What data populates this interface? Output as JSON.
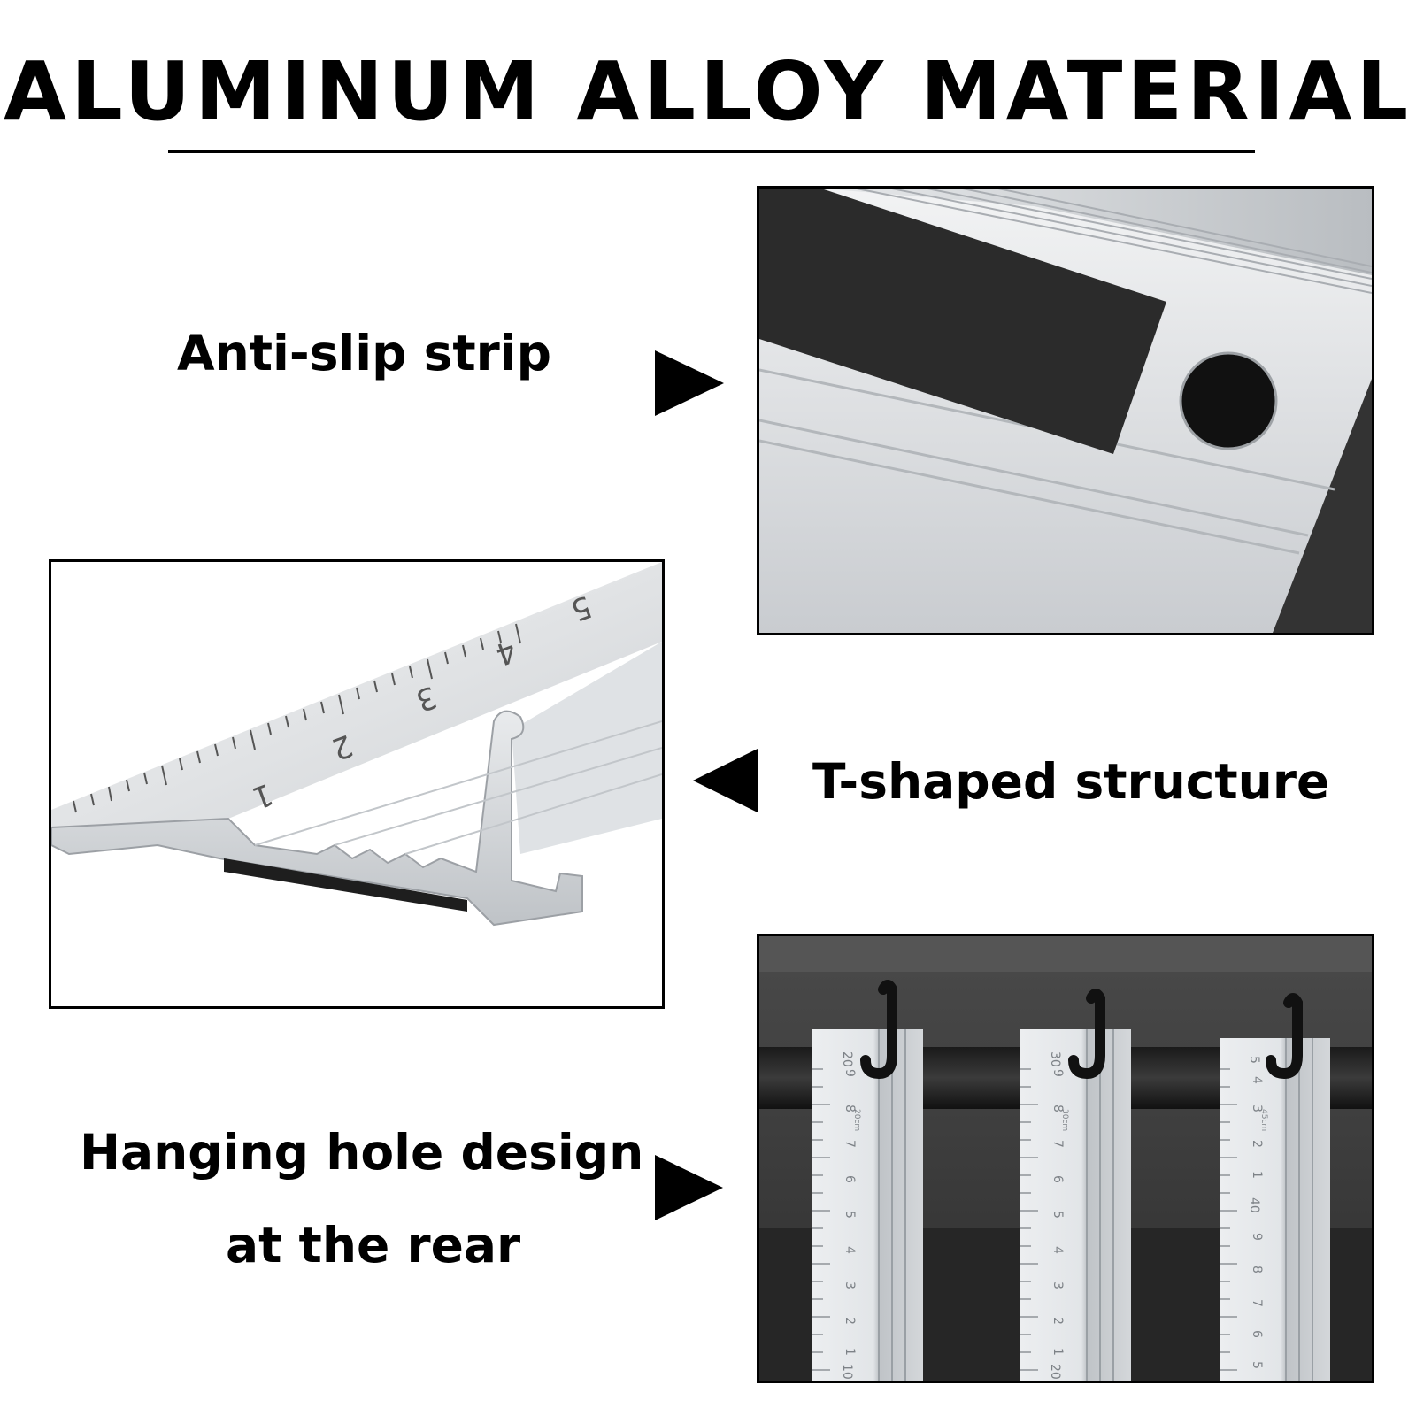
{
  "header": {
    "title": "ALUMINUM ALLOY MATERIAL"
  },
  "features": [
    {
      "label": "Anti-slip strip"
    },
    {
      "label": "T-shaped structure"
    },
    {
      "label_line1": "Hanging hole design",
      "label_line2": "at the rear"
    }
  ],
  "ruler_closeup": {
    "scale_numbers": [
      "1",
      "2",
      "3",
      "4",
      "5"
    ]
  },
  "hanging_rulers": [
    {
      "top_number": "20",
      "small_label": "20cm",
      "numbers": [
        "9",
        "8",
        "7",
        "6",
        "5",
        "4",
        "3",
        "2",
        "1",
        "10"
      ]
    },
    {
      "top_number": "30",
      "small_label": "30cm",
      "numbers": [
        "9",
        "8",
        "7",
        "6",
        "5",
        "4",
        "3",
        "2",
        "1",
        "20"
      ]
    },
    {
      "top_number": "5",
      "small_label": "45cm",
      "numbers": [
        "4",
        "3",
        "2",
        "1",
        "40",
        "9",
        "8",
        "7",
        "6",
        "5"
      ]
    }
  ],
  "colors": {
    "text": "#000000",
    "panel_border": "#000000",
    "aluminum": "#dcdfe2",
    "dark_background": "#3a3a3a"
  }
}
